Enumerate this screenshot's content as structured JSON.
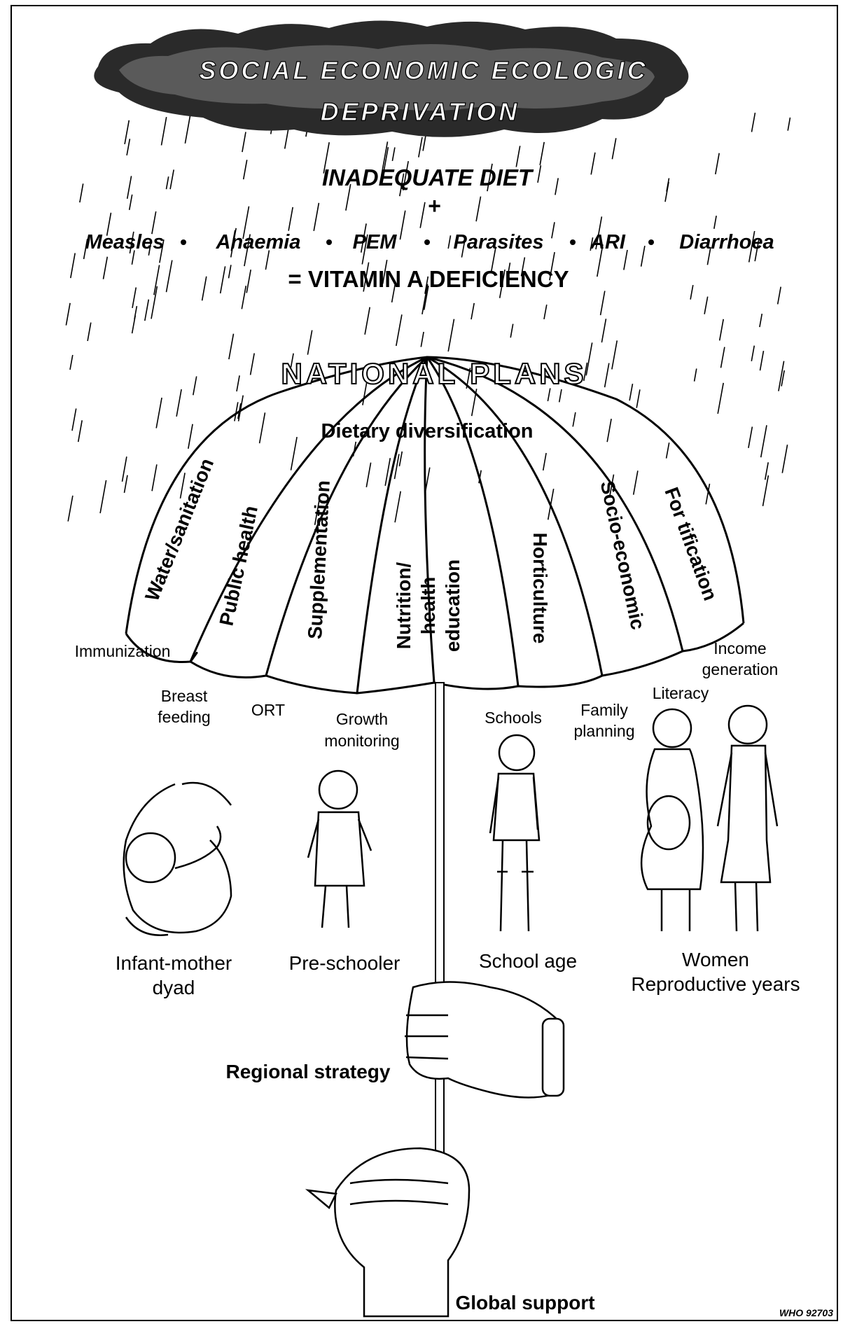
{
  "cloud": {
    "line1": "SOCIAL  ECONOMIC  ECOLOGIC",
    "line2": "DEPRIVATION"
  },
  "equation": {
    "diet": "INADEQUATE DIET",
    "plus": "+",
    "conditions": [
      "Measles",
      "Anaemia",
      "PEM",
      "Parasites",
      "ARI",
      "Diarrhoea"
    ],
    "result": "= VITAMIN A DEFICIENCY"
  },
  "umbrella": {
    "title": "NATIONAL PLANS",
    "top_panel": "Dietary diversification",
    "panels": [
      "Water/sanitation",
      "Public  health",
      "Supplementation",
      "Nutrition/",
      "health",
      "education",
      "Horticulture",
      "Socio-economic",
      "For tification"
    ]
  },
  "interventions": {
    "immunization": "Immunization",
    "breast1": "Breast",
    "breast2": "feeding",
    "ort": "ORT",
    "growth1": "Growth",
    "growth2": "monitoring",
    "schools": "Schools",
    "family1": "Family",
    "family2": "planning",
    "literacy": "Literacy",
    "income1": "Income",
    "income2": "generation"
  },
  "groups": {
    "infant1": "Infant-mother",
    "infant2": "dyad",
    "preschool": "Pre-schooler",
    "school": "School age",
    "women1": "Women",
    "women2": "Reproductive years"
  },
  "support": {
    "regional": "Regional strategy",
    "global": "Global support"
  },
  "footer": {
    "code": "WHO 92703"
  }
}
